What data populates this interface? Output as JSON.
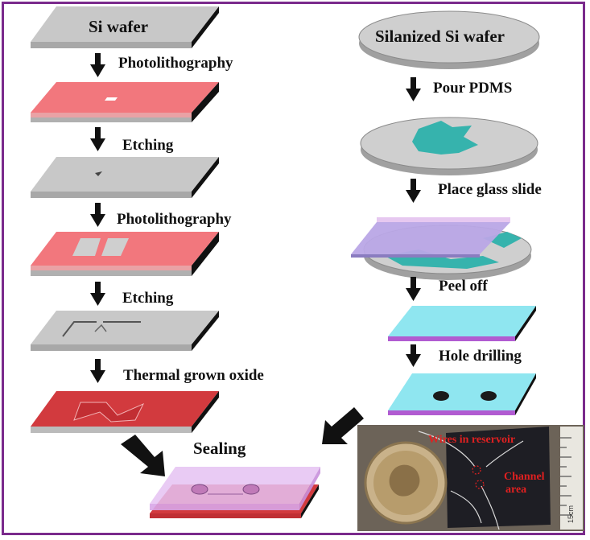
{
  "left_process": {
    "start_label": "Si wafer",
    "steps": [
      {
        "label": "Photolithography"
      },
      {
        "label": "Etching"
      },
      {
        "label": "Photolithography"
      },
      {
        "label": "Etching"
      },
      {
        "label": "Thermal grown oxide"
      }
    ]
  },
  "right_process": {
    "start_label": "Silanized Si wafer",
    "steps": [
      {
        "label": "Pour PDMS"
      },
      {
        "label": "Place glass slide"
      },
      {
        "label": "Peel off"
      },
      {
        "label": "Hole drilling"
      }
    ]
  },
  "final_step": {
    "label": "Sealing"
  },
  "photo": {
    "annotation_wires": "Wires in reservoir",
    "annotation_channel_line1": "Channel",
    "annotation_channel_line2": "area",
    "ruler_label": "15cm"
  },
  "colors": {
    "si_top": "#c8c8c8",
    "si_side": "#9a9a9a",
    "resist": "#f2777d",
    "oxide": "#d23a3e",
    "pdms": "#8fe6f0",
    "glass": "#b9a7e6",
    "frame": "#7a2a8c"
  }
}
